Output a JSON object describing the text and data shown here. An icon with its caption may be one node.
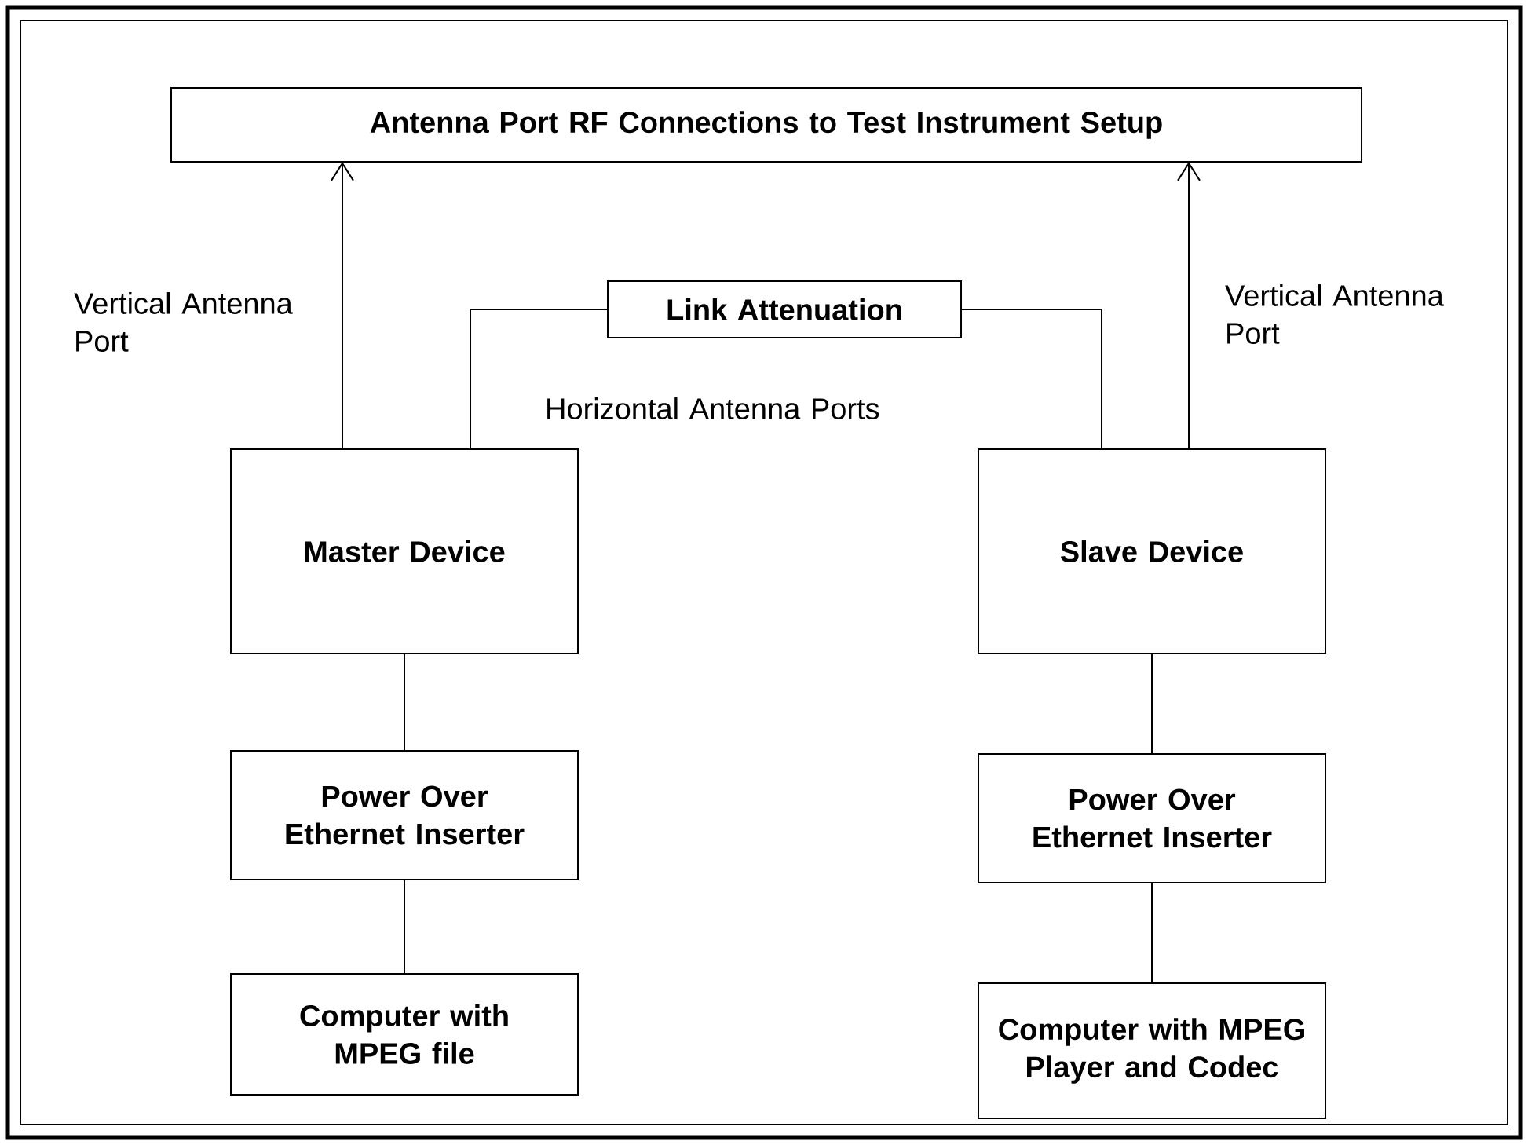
{
  "diagram": {
    "nodes": [
      {
        "text": [
          "Antenna Port RF Connections to Test Instrument Setup"
        ]
      },
      {
        "text": [
          "Link Attenuation"
        ]
      },
      {
        "text": [
          "Master Device"
        ]
      },
      {
        "text": [
          "Slave Device"
        ]
      },
      {
        "text": [
          "Power Over Ethernet Inserter"
        ]
      },
      {
        "text": [
          "Power Over Ethernet Inserter"
        ]
      },
      {
        "text": [
          "Computer with MPEG file"
        ]
      },
      {
        "text": [
          "Computer with MPEG Player and Codec"
        ]
      }
    ],
    "edges": [
      {
        "from": 2,
        "to": 0,
        "arrow": "to"
      },
      {
        "from": 3,
        "to": 0,
        "arrow": "to"
      },
      {
        "from": 2,
        "to": 1,
        "arrow": "none"
      },
      {
        "from": 1,
        "to": 3,
        "arrow": "none"
      },
      {
        "from": 2,
        "to": 4,
        "arrow": "none"
      },
      {
        "from": 4,
        "to": 6,
        "arrow": "none"
      },
      {
        "from": 3,
        "to": 5,
        "arrow": "none"
      },
      {
        "from": 5,
        "to": 7,
        "arrow": "none"
      }
    ],
    "labels": [
      "Vertical Antenna Port",
      "Vertical Antenna Port",
      "Horizontal Antenna Ports"
    ]
  }
}
